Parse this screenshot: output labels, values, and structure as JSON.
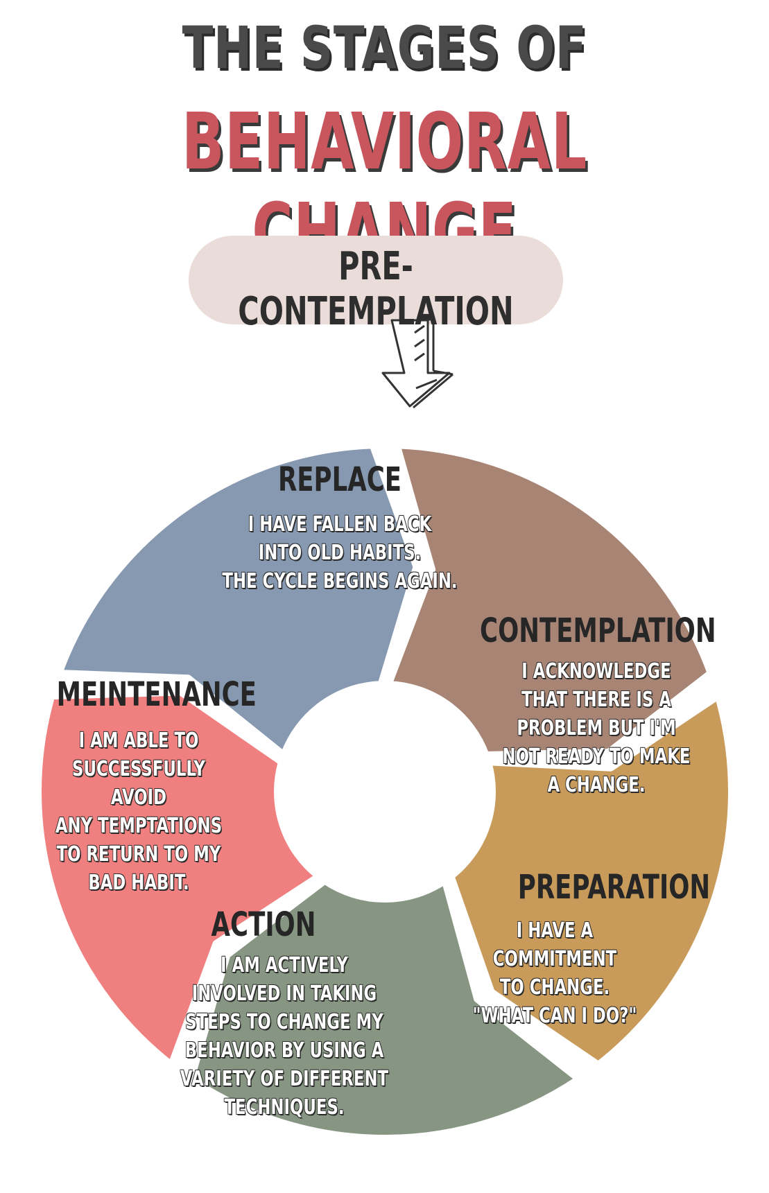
{
  "header": {
    "line1": "THE STAGES OF",
    "line2": "BEHAVIORAL CHANGE"
  },
  "entry_stage": {
    "label": "PRE-CONTEMPLATION"
  },
  "stages": [
    {
      "id": "replace",
      "title": "REPLACE",
      "description": "I HAVE FALLEN BACK\nINTO OLD HABITS.\nTHE CYCLE BEGINS AGAIN.",
      "color": "#8799b1"
    },
    {
      "id": "contemplation",
      "title": "CONTEMPLATION",
      "description": "I ACKNOWLEDGE\nTHAT THERE IS A\nPROBLEM BUT I'M\nNOT READY TO MAKE\nA CHANGE.",
      "color": "#a88474"
    },
    {
      "id": "preparation",
      "title": "PREPARATION",
      "description": "I HAVE A\nCOMMITMENT\nTO CHANGE.\n\"WHAT CAN I DO?\"",
      "color": "#c89b5b"
    },
    {
      "id": "action",
      "title": "ACTION",
      "description": "I AM ACTIVELY\nINVOLVED IN TAKING\nSTEPS TO CHANGE MY\nBEHAVIOR BY USING A\nVARIETY OF DIFFERENT\nTECHNIQUES.",
      "color": "#869682"
    },
    {
      "id": "maintenance",
      "title": "MEINTENANCE",
      "description": "I AM ABLE TO\nSUCCESSFULLY AVOID\nANY TEMPTATIONS\nTO RETURN TO MY\nBAD HABIT.",
      "color": "#f07f7f"
    }
  ],
  "colors": {
    "title_dark": "#4a4a4a",
    "title_accent": "#c8565c",
    "pill_background": "#eadcd8",
    "text_dark": "#262626"
  },
  "icons": {
    "entry_arrow": "arrow-down-icon"
  }
}
